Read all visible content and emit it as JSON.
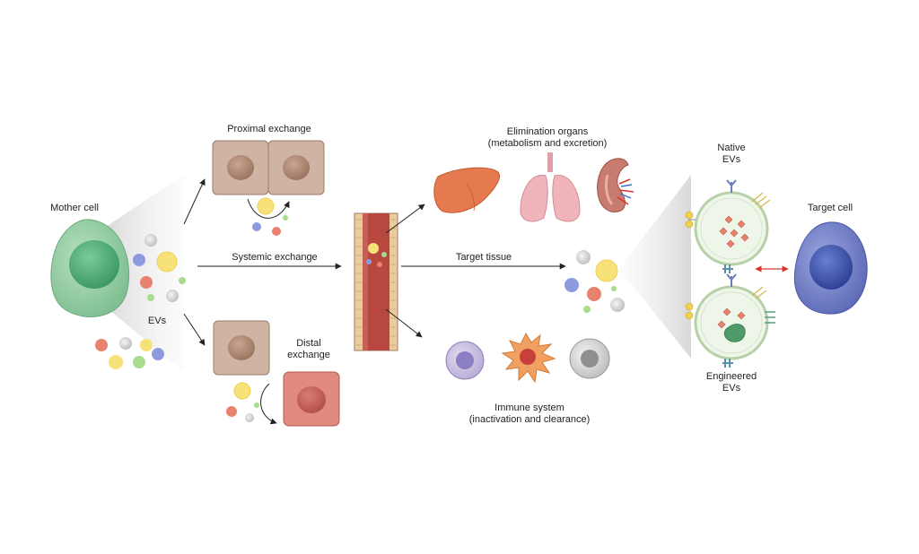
{
  "labels": {
    "mother_cell": "Mother cell",
    "evs": "EVs",
    "proximal_exchange": "Proximal exchange",
    "systemic_exchange": "Systemic exchange",
    "distal_exchange_line1": "Distal",
    "distal_exchange_line2": "exchange",
    "elimination_line1": "Elimination organs",
    "elimination_line2": "(metabolism and excretion)",
    "target_tissue": "Target tissue",
    "immune_line1": "Immune system",
    "immune_line2": "(inactivation and clearance)",
    "native_line1": "Native",
    "native_line2": "EVs",
    "engineered_line1": "Engineered",
    "engineered_line2": "EVs",
    "target_cell": "Target cell"
  },
  "colors": {
    "mother_cell": "#8fcc9f",
    "mother_nucleus": "#4fae73",
    "target_cell": "#6a78c4",
    "target_nucleus": "#3a4fa8",
    "epithelial_cell": "#cfb3a3",
    "distal_target_cell": "#e08a80",
    "vessel": "#b8483f",
    "vessel_wall": "#eccc9c",
    "arrow_red": "#d9372e",
    "ev_yellow": "#f7e27a",
    "ev_blue": "#8d9bde",
    "ev_red": "#e8826f",
    "ev_green": "#a8dc8e",
    "ev_grey": "#c4c4c4"
  },
  "icons": [
    "liver-icon",
    "lungs-icon",
    "kidney-icon",
    "lymphocyte-icon",
    "dendritic-cell-icon",
    "macrophage-icon",
    "native-ev-icon",
    "engineered-ev-icon"
  ]
}
